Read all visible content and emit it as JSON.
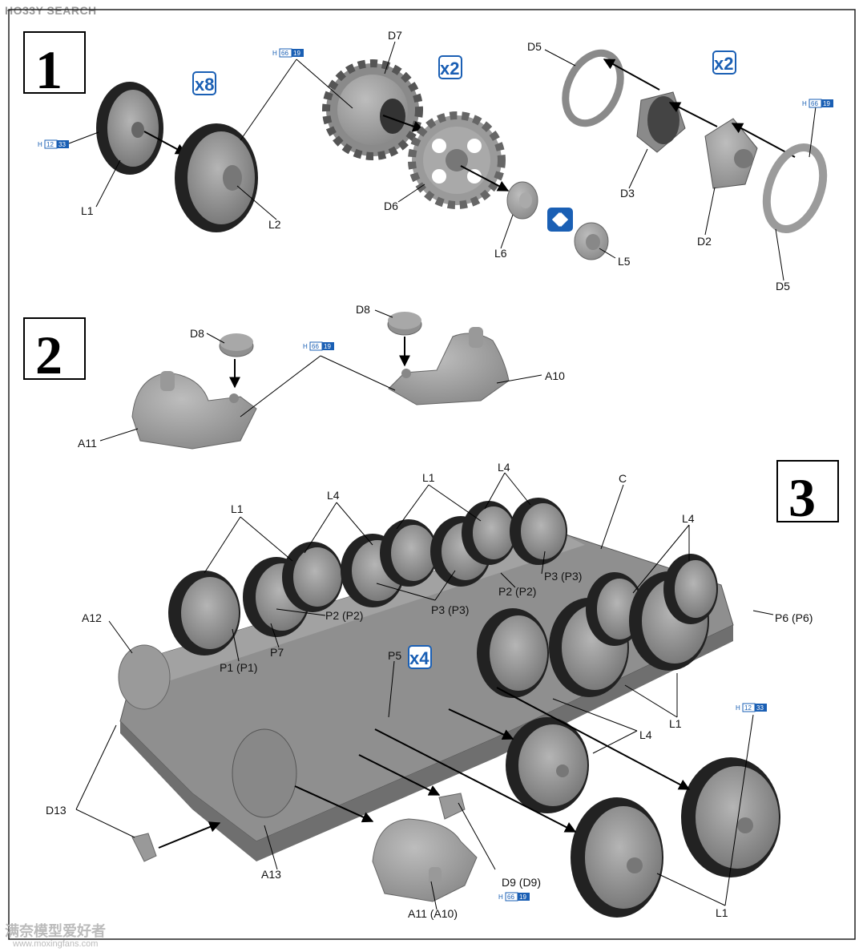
{
  "watermark": {
    "top": "HO33Y SEARCH",
    "bottom_cn": "满奈模型爱好者",
    "bottom_url": "www.moxingfans.com"
  },
  "steps": {
    "s1": "1",
    "s2": "2",
    "s3": "3"
  },
  "multipliers": {
    "x8": "x8",
    "x2a": "x2",
    "x2b": "x2",
    "x4": "x4"
  },
  "ref_tags": {
    "h1233_a": {
      "h": "H",
      "a": "12",
      "b": "33"
    },
    "h6619_a": {
      "h": "H",
      "a": "66",
      "b": "19"
    },
    "h6619_b": {
      "h": "H",
      "a": "66",
      "b": "19"
    },
    "h6619_c": {
      "h": "H",
      "a": "66",
      "b": "19"
    },
    "h1233_b": {
      "h": "H",
      "a": "12",
      "b": "33"
    },
    "h6619_d": {
      "h": "H",
      "a": "66",
      "b": "19"
    }
  },
  "labels": {
    "L1_s1": "L1",
    "L2": "L2",
    "D7": "D7",
    "D6": "D6",
    "L6": "L6",
    "L5": "L5",
    "D5_top": "D5",
    "D3": "D3",
    "D2": "D2",
    "D5_bot": "D5",
    "D8_left": "D8",
    "D8_right": "D8",
    "A11": "A11",
    "A10": "A10",
    "L1_a": "L1",
    "L4_a": "L4",
    "L1_b": "L1",
    "L4_b": "L4",
    "C": "C",
    "L4_c": "L4",
    "A12": "A12",
    "P3_a": "P3 (P3)",
    "P2_a": "P2 (P2)",
    "P3_b": "P3 (P3)",
    "P2_b": "P2 (P2)",
    "P7": "P7",
    "P1": "P1 (P1)",
    "P6": "P6 (P6)",
    "P5": "P5",
    "L1_c": "L1",
    "L4_d": "L4",
    "D13": "D13",
    "A13": "A13",
    "D9": "D9 (D9)",
    "A11_b": "A11 (A10)",
    "L1_d": "L1"
  }
}
